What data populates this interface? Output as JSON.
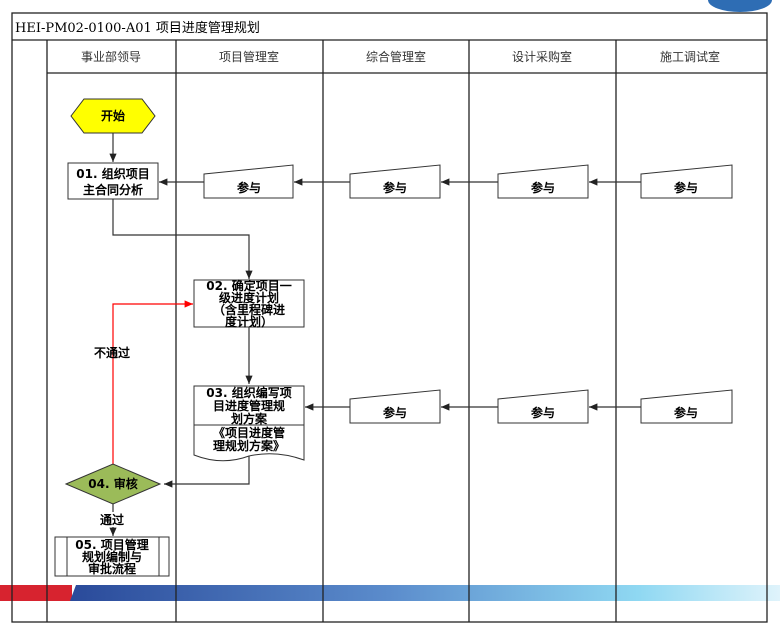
{
  "title": "HEI-PM02-0100-A01  项目进度管理规划",
  "lanes": [
    "事业部领导",
    "项目管理室",
    "综合管理室",
    "设计采购室",
    "施工调试室"
  ],
  "nodes": {
    "start": "开始",
    "step01": [
      "01. 组织项目",
      "主合同分析"
    ],
    "step02": [
      "02. 确定项目一",
      "级进度计划",
      "（含里程碑进",
      "度计划）"
    ],
    "step03": [
      "03. 组织编写项",
      "目进度管理规",
      "划方案"
    ],
    "step03_doc": [
      "《项目进度管",
      "理规划方案》"
    ],
    "step04": "04. 审核",
    "step05": [
      "05. 项目管理",
      "规划编制与",
      "审批流程"
    ],
    "participate": "参与"
  },
  "labels": {
    "fail": "不通过",
    "pass": "通过"
  },
  "colors": {
    "start": "#ffff00",
    "review": "#9bbb59",
    "reject_line": "#ff0000",
    "band_red": "#d7232f"
  }
}
